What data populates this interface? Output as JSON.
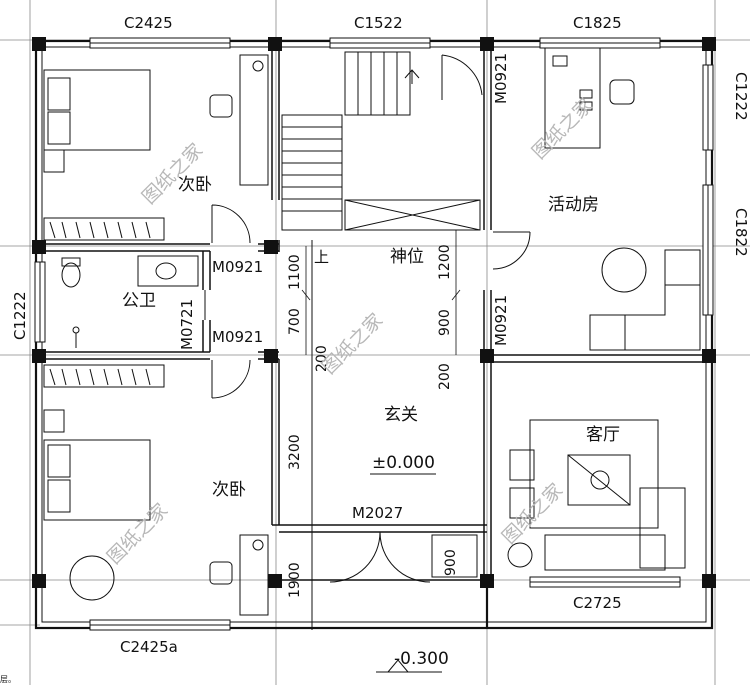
{
  "rooms": {
    "bedroom_top": "次卧",
    "bedroom_bottom": "次卧",
    "bathroom": "公卫",
    "shrine": "神位",
    "activity_room": "活动房",
    "entrance": "玄关",
    "living_room": "客厅"
  },
  "windows": {
    "top_left": "C2425",
    "top_center": "C1522",
    "top_right": "C1825",
    "right_upper": "C1222",
    "right_middle": "C1822",
    "left_middle": "C1222",
    "bottom_right": "C2725",
    "bottom_left": "C2425a"
  },
  "doors": {
    "stair_door": "M0921",
    "bedroom_top_door": "M0921",
    "bathroom_door": "M0721",
    "bedroom_bottom_door": "M0921",
    "activity_door": "M0921",
    "main_door": "M2027"
  },
  "dimensions": {
    "d1100": "1100",
    "d700": "700",
    "d200a": "200",
    "d1200": "1200",
    "d900a": "900",
    "d200b": "200",
    "d3200": "3200",
    "d900b": "900",
    "d1900": "1900"
  },
  "elevations": {
    "floor": "±0.000",
    "outside": "-0.300"
  },
  "stair_mark": "上",
  "watermark": "图纸之家",
  "footnote": "层。"
}
